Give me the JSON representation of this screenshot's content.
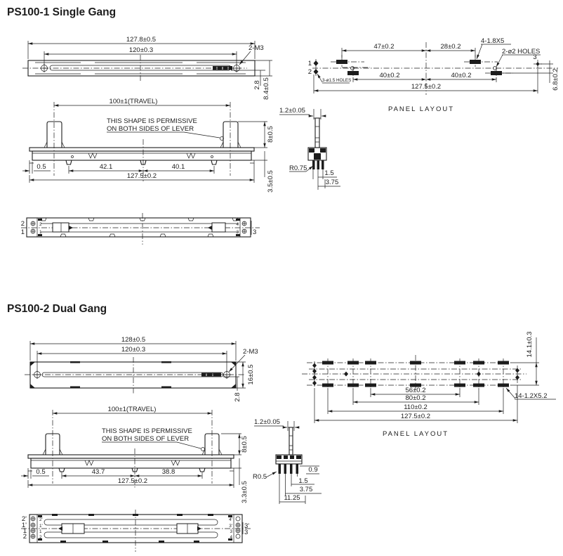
{
  "drawing": {
    "line_color": "#1c1c1c",
    "bg_color": "#ffffff"
  },
  "single": {
    "title": "PS100-1 Single Gang",
    "top": {
      "width_overall": "127.8±0.5",
      "width_holes": "120±0.3",
      "screw_label": "2-M3",
      "slot_height": "2.8",
      "body_height": "8.4±0.5"
    },
    "panel": {
      "caption": "PANEL LAYOUT",
      "dim_47": "47±0.2",
      "dim_28": "28±0.2",
      "slot_label": "4-1.8X5",
      "hole2_label": "2-ø2 HOLES",
      "hole15_label": "3-ø1.5 HOLES",
      "dim_40_left": "40±0.2",
      "dim_40_right": "40±0.2",
      "width_overall": "127.5±0.2",
      "offset_height": "6.8±0.2",
      "pin1": "1",
      "pin2": "2",
      "pin3": "3"
    },
    "front": {
      "travel": "100±1(TRAVEL)",
      "note_line1": "THIS SHAPE IS PERMISSIVE",
      "note_line2": "ON BOTH SIDES OF LEVER",
      "lever_height": "8±0.5",
      "edge_offset": "0.5",
      "dim_left": "42.1",
      "dim_right": "40.1",
      "width_overall": "127.5±0.2",
      "body_depth": "3.5±0.5"
    },
    "side": {
      "lever_thickness": "1.2±0.05",
      "radius": "R0.75",
      "pin_pitch": "1.5",
      "pin_span": "3.75"
    },
    "bottom": {
      "outer_left": [
        "2",
        "1"
      ],
      "inner_left": [
        "2",
        "1"
      ],
      "inner_right": [
        "4",
        "3"
      ],
      "outer_right": [
        "3"
      ]
    }
  },
  "dual": {
    "title": "PS100-2 Dual Gang",
    "top": {
      "width_overall": "128±0.5",
      "width_holes": "120±0.3",
      "screw_label": "2-M3",
      "body_height": "16±0.5",
      "slot_height": "2.8"
    },
    "panel": {
      "caption": "PANEL LAYOUT",
      "dim_56": "56±0.2",
      "dim_80": "80±0.2",
      "dim_110": "110±0.2",
      "width_overall": "127.5±0.2",
      "row_spacing": "14.1±0.3",
      "slot_label": "14-1.2X5.2"
    },
    "front": {
      "travel": "100±1(TRAVEL)",
      "note_line1": "THIS SHAPE IS PERMISSIVE",
      "note_line2": "ON BOTH SIDES OF LEVER",
      "lever_height": "8±0.5",
      "edge_offset": "0.5",
      "dim_left": "43.7",
      "dim_right": "38.8",
      "width_overall": "127.5±0.2",
      "body_depth": "3.3±0.5"
    },
    "side": {
      "lever_thickness": "1.2±0.05",
      "radius": "R0.5",
      "pin_width": "0.9",
      "pin_pitch": "1.5",
      "pin_row": "3.75",
      "pin_span": "11.25"
    },
    "bottom": {
      "outer_left": [
        "2'",
        "1'",
        "1",
        "2"
      ],
      "inner_left": [
        "2'",
        "1'",
        "1",
        "2"
      ],
      "inner_right": [
        "4'",
        "3'",
        "3",
        "4"
      ],
      "outer_right": [
        "3'",
        "3"
      ]
    }
  }
}
